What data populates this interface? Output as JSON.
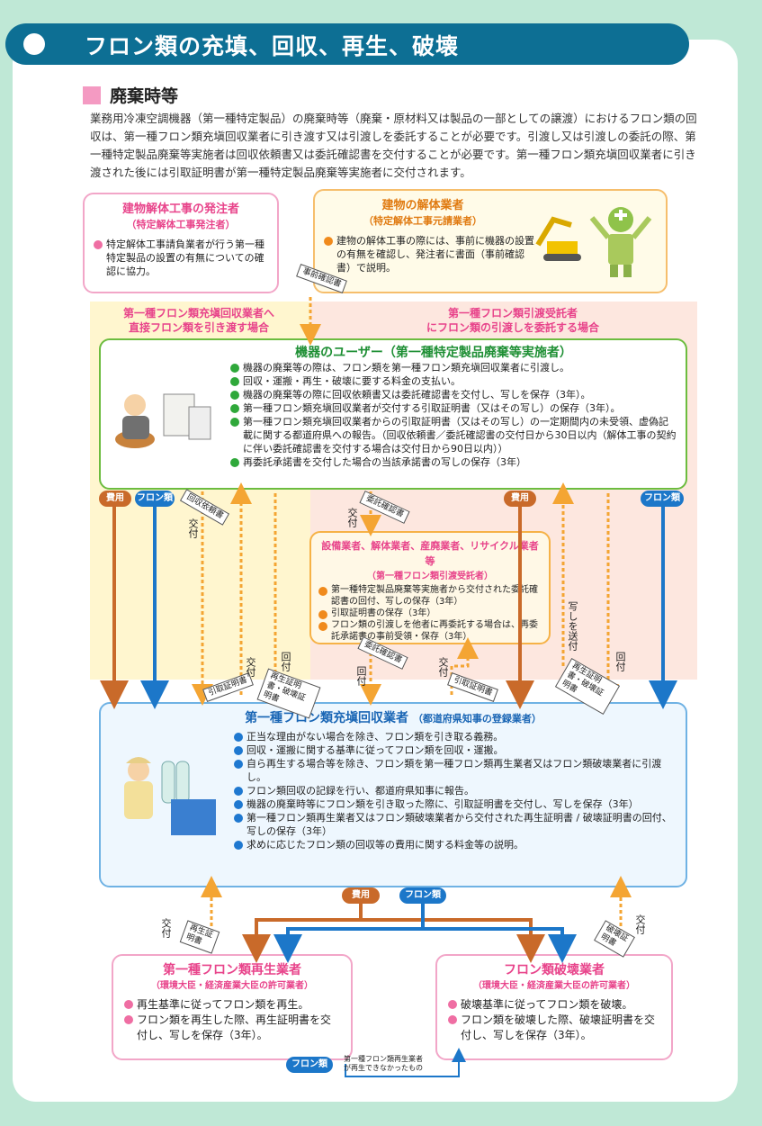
{
  "title": "フロン類の充填、回収、再生、破壊",
  "section": "廃棄時等",
  "intro": "業務用冷凍空調機器（第一種特定製品）の廃棄時等（廃棄・原材料又は製品の一部としての譲渡）におけるフロン類の回収は、第一種フロン類充塡回収業者に引き渡す又は引渡しを委託することが必要です。引渡し又は引渡しの委託の際、第一種特定製品廃棄等実施者は回収依頼書又は委託確認書を交付することが必要です。第一種フロン類充塡回収業者に引き渡された後には引取証明書が第一種特定製品廃棄等実施者に交付されます。",
  "orderer": {
    "title": "建物解体工事の発注者",
    "sub": "（特定解体工事発注者）",
    "items": [
      "特定解体工事請負業者が行う第一種特定製品の設置の有無についての確認に協力。"
    ]
  },
  "demolisher": {
    "title": "建物の解体業者",
    "sub": "（特定解体工事元請業者）",
    "items": [
      "建物の解体工事の際には、事前に機器の設置の有無を確認し、発注者に書面（事前確認書）で説明。"
    ]
  },
  "band_left": "第一種フロン類充塡回収業者へ\n直接フロン類を引き渡す場合",
  "band_right": "第一種フロン類引渡受託者\nにフロン類の引渡しを委託する場合",
  "user": {
    "title": "機器のユーザー（第一種特定製品廃棄等実施者）",
    "items": [
      "機器の廃棄等の際は、フロン類を第一種フロン類充塡回収業者に引渡し。",
      "回収・運搬・再生・破壊に要する料金の支払い。",
      "機器の廃棄等の際に回収依頼書又は委託確認書を交付し、写しを保存（3年）。",
      "第一種フロン類充塡回収業者が交付する引取証明書（又はその写し）の保存（3年）。",
      "第一種フロン類充塡回収業者からの引取証明書（又はその写し）の一定期間内の未受領、虚偽記載に関する都道府県への報告。（回収依頼書／委託確認書の交付日から30日以内（解体工事の契約に伴い委託確認書を交付する場合は交付日から90日以内））",
      "再委託承諾書を交付した場合の当該承諾書の写しの保存（3年）"
    ]
  },
  "trustee": {
    "title": "設備業者、解体業者、産廃業者、リサイクル業者等",
    "sub": "（第一種フロン類引渡受託者）",
    "items": [
      "第一種特定製品廃棄等実施者から交付された委託確認書の回付、写しの保存（3年）",
      "引取証明書の保存（3年）",
      "フロン類の引渡しを他者に再委託する場合は、再委託承諾書の事前受領・保存（3年）"
    ]
  },
  "recoverer": {
    "title": "第一種フロン類充塡回収業者",
    "sub": "（都道府県知事の登録業者）",
    "items": [
      "正当な理由がない場合を除き、フロン類を引き取る義務。",
      "回収・運搬に関する基準に従ってフロン類を回収・運搬。",
      "自ら再生する場合等を除き、フロン類を第一種フロン類再生業者又はフロン類破壊業者に引渡し。",
      "フロン類回収の記録を行い、都道府県知事に報告。",
      "機器の廃棄時等にフロン類を引き取った際に、引取証明書を交付し、写しを保存（3年）",
      "第一種フロン類再生業者又はフロン類破壊業者から交付された再生証明書 / 破壊証明書の回付、写しの保存（3年）",
      "求めに応じたフロン類の回収等の費用に関する料金等の説明。"
    ]
  },
  "recycler": {
    "title": "第一種フロン類再生業者",
    "sub": "（環境大臣・経済産業大臣の許可業者）",
    "items": [
      "再生基準に従ってフロン類を再生。",
      "フロン類を再生した際、再生証明書を交付し、写しを保存（3年）。"
    ]
  },
  "destroyer": {
    "title": "フロン類破壊業者",
    "sub": "（環境大臣・経済産業大臣の許可業者）",
    "items": [
      "破壊基準に従ってフロン類を破壊。",
      "フロン類を破壊した際、破壊証明書を交付し、写しを保存（3年）。"
    ]
  },
  "labels": {
    "fee": "費用",
    "freon": "フロン類",
    "prior_confirm": "事前確認書",
    "recovery_request": "回収依頼書",
    "trust_confirm": "委託確認書",
    "pickup_cert": "引取証明書",
    "regen_destroy_cert": "再生証明書・破壊証明書",
    "regen_cert": "再生証明書",
    "destroy_cert": "破壊証明書",
    "issue": "交付",
    "circulate": "回付",
    "send_copy": "写しを送付",
    "not_regenerated": "第一種フロン類再生業者\nが再生できなかったもの"
  },
  "colors": {
    "title_bg": "#0d6f94",
    "pink": "#e8448b",
    "orange": "#e07a10",
    "green": "#1e8f34",
    "blue": "#1a66b5",
    "brown": "#c96a2a"
  }
}
